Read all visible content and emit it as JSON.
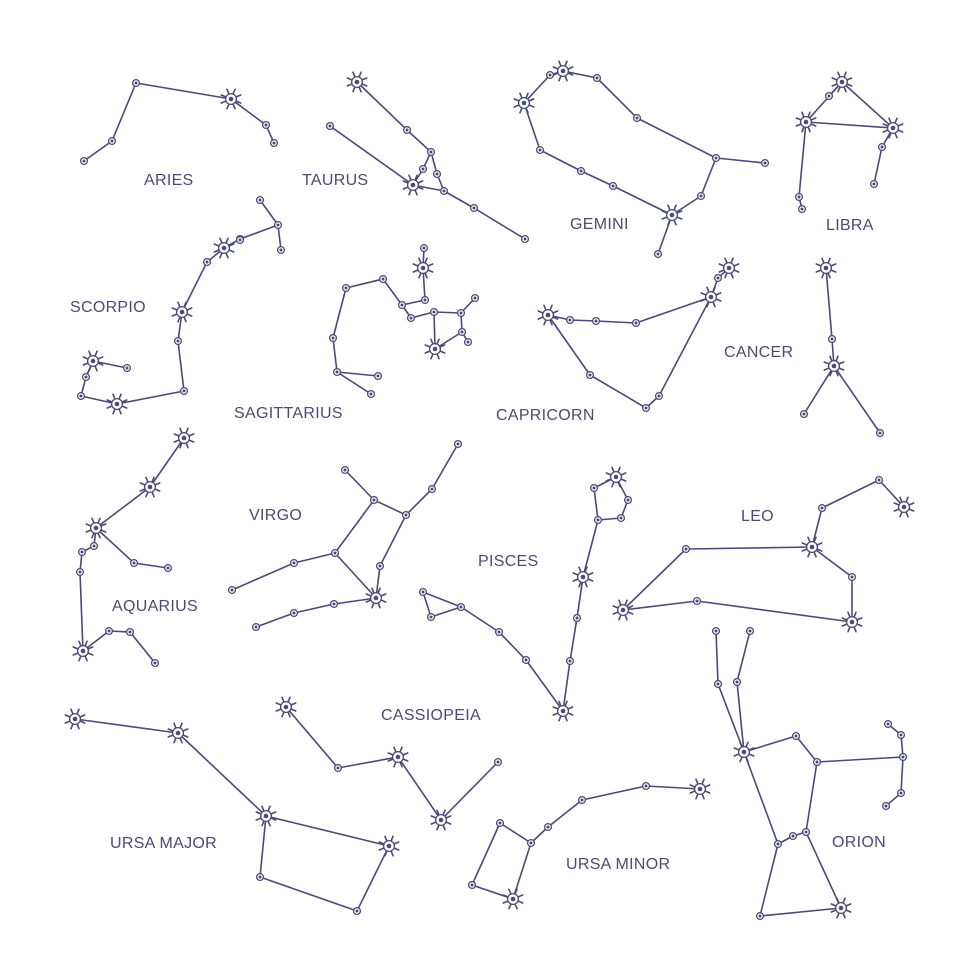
{
  "colors": {
    "ink": "#4a4a78",
    "background": "#ffffff"
  },
  "constellations": [
    {
      "id": "aries",
      "label": "ARIES"
    },
    {
      "id": "taurus",
      "label": "TAURUS"
    },
    {
      "id": "gemini",
      "label": "GEMINI"
    },
    {
      "id": "libra",
      "label": "LIBRA"
    },
    {
      "id": "scorpio",
      "label": "SCORPIO"
    },
    {
      "id": "sagittarius",
      "label": "SAGITTARIUS"
    },
    {
      "id": "capricorn",
      "label": "CAPRICORN"
    },
    {
      "id": "cancer",
      "label": "CANCER"
    },
    {
      "id": "aquarius",
      "label": "AQUARIUS"
    },
    {
      "id": "virgo",
      "label": "VIRGO"
    },
    {
      "id": "pisces",
      "label": "PISCES"
    },
    {
      "id": "leo",
      "label": "LEO"
    },
    {
      "id": "cassiopeia",
      "label": "CASSIOPEIA"
    },
    {
      "id": "ursa-major",
      "label": "URSA MAJOR"
    },
    {
      "id": "ursa-minor",
      "label": "URSA MINOR"
    },
    {
      "id": "orion",
      "label": "ORION"
    }
  ]
}
